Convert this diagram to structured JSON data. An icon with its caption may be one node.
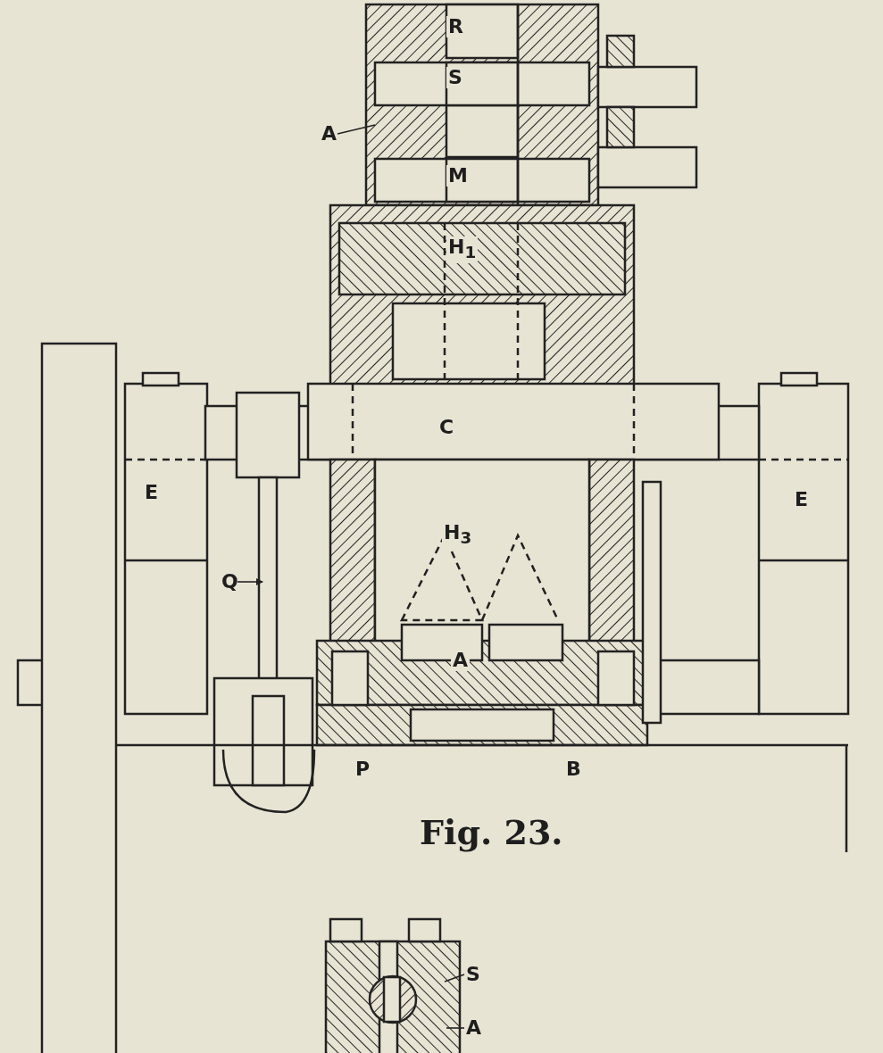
{
  "diagram": {
    "caption": "Fig. 23.",
    "nodes": [
      {
        "text": [
          "A"
        ]
      },
      {
        "text": [
          "Q"
        ]
      },
      {
        "text": [
          "S"
        ]
      },
      {
        "text": [
          "A"
        ]
      }
    ],
    "edges": [
      {
        "from": 0,
        "to": null,
        "arrow": "none"
      },
      {
        "from": 1,
        "to": null,
        "arrow": "to"
      },
      {
        "from": 2,
        "to": null,
        "arrow": "none"
      },
      {
        "from": 3,
        "to": null,
        "arrow": "none"
      }
    ],
    "labels": [
      "R",
      "S",
      "M",
      "H$_{1}$",
      "C",
      "E",
      "H$_{3}$",
      "E",
      "A",
      "P",
      "B"
    ]
  }
}
